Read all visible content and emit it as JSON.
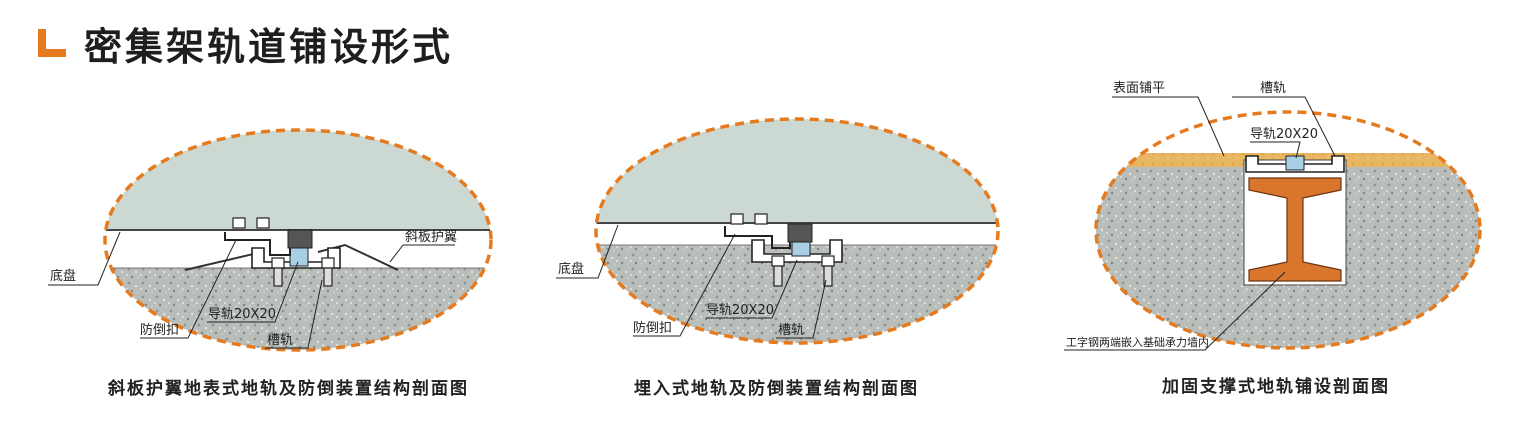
{
  "title": "密集架轨道铺设形式",
  "colors": {
    "accent_orange": "#e57a1f",
    "icon_brown": "#7a4317",
    "panel_gray": "#ccd9d3",
    "concrete": "#b8bdb9",
    "surface_wood": "#e8b563",
    "i_beam": "#d9752d",
    "guide_rail_blue": "#a9cfe6"
  },
  "diagrams": [
    {
      "caption": "斜板护翼地表式地轨及防倒装置结构剖面图",
      "labels": {
        "base": "底盘",
        "ramp_wing": "斜板护翼",
        "guide_rail": "导轨20X20",
        "anti_tip": "防倒扣",
        "channel_rail": "槽轨"
      }
    },
    {
      "caption": "埋入式地轨及防倒装置结构剖面图",
      "labels": {
        "base": "底盘",
        "guide_rail": "导轨20X20",
        "anti_tip": "防倒扣",
        "channel_rail": "槽轨"
      }
    },
    {
      "caption": "加固支撑式地轨铺设剖面图",
      "labels": {
        "surface": "表面铺平",
        "channel_rail": "槽轨",
        "guide_rail": "导轨20X20",
        "i_beam": "工字钢两端嵌入基础承力墙内"
      }
    }
  ]
}
